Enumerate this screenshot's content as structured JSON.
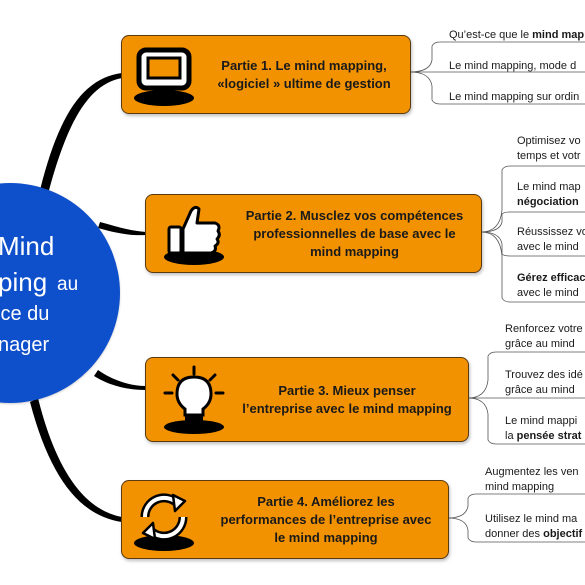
{
  "hub": {
    "lines": [
      "Mind",
      "ping",
      "au",
      "ice du",
      "nager"
    ]
  },
  "parts": [
    {
      "icon": "computer-monitor-icon",
      "lines": [
        "Partie 1.  Le mind mapping,",
        "«logiciel » ultime de gestion"
      ]
    },
    {
      "icon": "thumbs-up-icon",
      "lines": [
        "Partie 2.  Musclez vos compétences",
        "professionnelles de base avec le",
        "mind mapping"
      ]
    },
    {
      "icon": "lightbulb-icon",
      "lines": [
        "Partie 3.  Mieux penser",
        "l’entreprise avec le mind mapping"
      ]
    },
    {
      "icon": "refresh-cycle-icon",
      "lines": [
        "Partie 4.  Améliorez les",
        "performances de l’entreprise avec",
        "le mind mapping"
      ]
    }
  ],
  "leaves": [
    {
      "lines": [
        [
          {
            "t": "Qu’est-ce que le ",
            "b": false
          },
          {
            "t": "mind map",
            "b": true
          }
        ]
      ]
    },
    {
      "lines": [
        [
          {
            "t": "Le mind mapping, mode d",
            "b": false
          }
        ]
      ]
    },
    {
      "lines": [
        [
          {
            "t": "Le mind mapping sur ordin",
            "b": false
          }
        ]
      ]
    },
    {
      "lines": [
        [
          {
            "t": "Optimisez vo",
            "b": false
          }
        ],
        [
          {
            "t": "temps et votr",
            "b": false
          }
        ]
      ]
    },
    {
      "lines": [
        [
          {
            "t": "Le mind map",
            "b": false
          }
        ],
        [
          {
            "t": "négociation",
            "b": true
          }
        ]
      ]
    },
    {
      "lines": [
        [
          {
            "t": "Réussissez vo",
            "b": false
          }
        ],
        [
          {
            "t": "avec le mind",
            "b": false
          }
        ]
      ]
    },
    {
      "lines": [
        [
          {
            "t": "Gérez efficac",
            "b": true
          }
        ],
        [
          {
            "t": "avec le mind",
            "b": false
          }
        ]
      ]
    },
    {
      "lines": [
        [
          {
            "t": "Renforcez votre",
            "b": false
          }
        ],
        [
          {
            "t": "grâce au mind",
            "b": false
          }
        ]
      ]
    },
    {
      "lines": [
        [
          {
            "t": "Trouvez des idé",
            "b": false
          }
        ],
        [
          {
            "t": "grâce au mind",
            "b": false
          }
        ]
      ]
    },
    {
      "lines": [
        [
          {
            "t": "Le mind mappi",
            "b": false
          }
        ],
        [
          {
            "t": "la ",
            "b": false
          },
          {
            "t": "pensée strat",
            "b": true
          }
        ]
      ]
    },
    {
      "lines": [
        [
          {
            "t": "Augmentez les ven",
            "b": false
          }
        ],
        [
          {
            "t": "mind mapping",
            "b": false
          }
        ]
      ]
    },
    {
      "lines": [
        [
          {
            "t": "Utilisez le mind ma",
            "b": false
          }
        ],
        [
          {
            "t": "donner des ",
            "b": false
          },
          {
            "t": "objectif",
            "b": true
          }
        ]
      ]
    }
  ],
  "colors": {
    "hub_fill": "#0e4fcb",
    "part_fill": "#f39200",
    "branch_stroke": "#000000",
    "leaf_line": "#555555"
  }
}
